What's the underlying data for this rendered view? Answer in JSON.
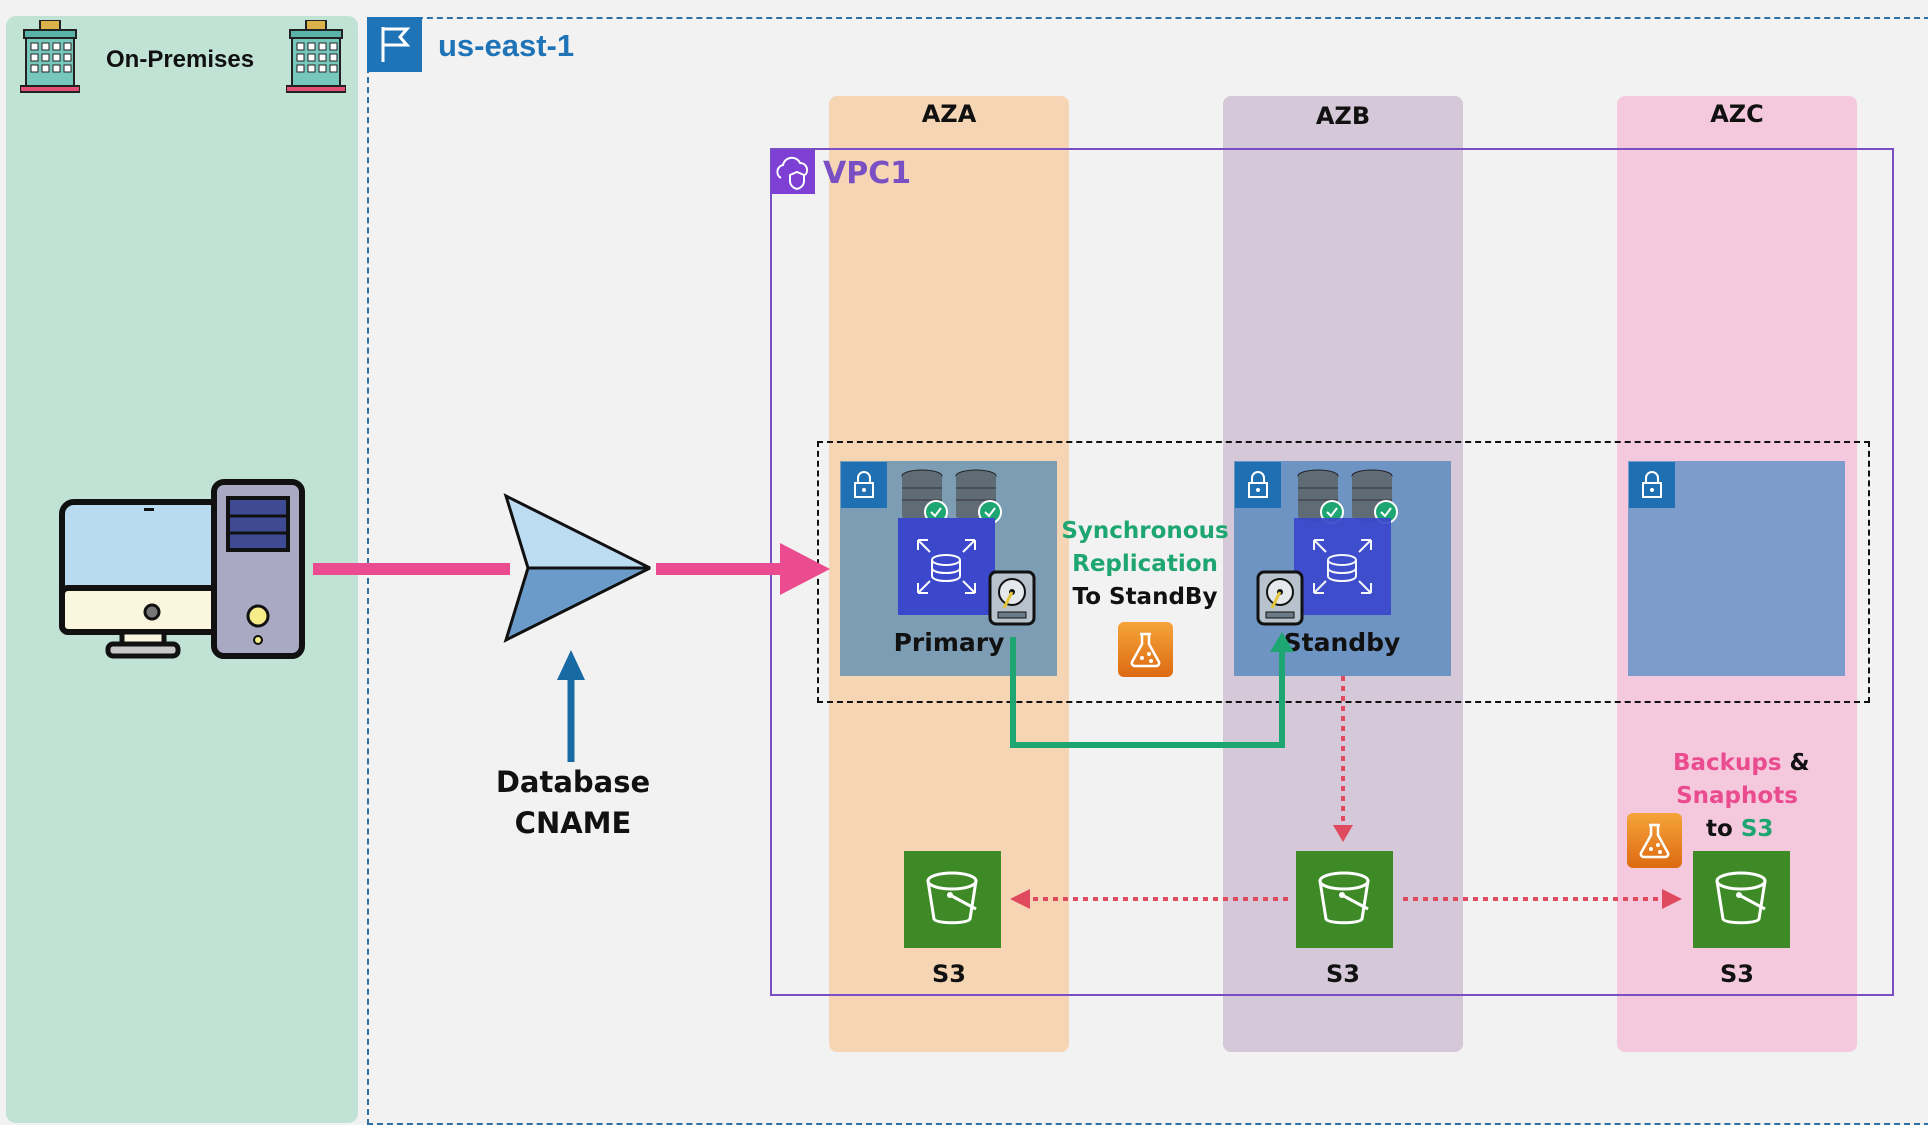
{
  "onprem": {
    "label": "On-Premises"
  },
  "region": {
    "label": "us-east-1"
  },
  "vpc": {
    "label": "VPC1"
  },
  "azs": [
    {
      "label": "AZA",
      "color": "#f6d5b4"
    },
    {
      "label": "AZB",
      "color": "#d5c8d8"
    },
    {
      "label": "AZC",
      "color": "#f4c9dd"
    }
  ],
  "db": {
    "primary_label": "Primary",
    "standby_label": "Standby",
    "replication": {
      "line1": "Synchronous",
      "line2": "Replication",
      "line3": "To StandBy"
    }
  },
  "cname": {
    "line1": "Database",
    "line2": "CNAME"
  },
  "backup": {
    "part1": "Backups",
    "part2": "&",
    "part3": "Snaphots",
    "part4": "to",
    "part5": "S3"
  },
  "s3_labels": [
    "S3",
    "S3",
    "S3"
  ],
  "colors": {
    "pink_arrow": "#ea4c8f",
    "green_line": "#1ea672",
    "red_dotted": "#e04a5f",
    "blue_arrow": "#176aa3",
    "region_text": "#1f73b7",
    "vpc_text": "#7b4fc4"
  },
  "icons": {
    "building": "building-icon",
    "flag": "flag-icon",
    "vpc": "vpc-cloud-icon",
    "lock": "lock-icon",
    "rds": "rds-database-icon",
    "s3": "s3-bucket-icon",
    "fis": "fault-injection-flask-icon",
    "computer": "desktop-computer-icon",
    "loadbalancer": "route-arrowhead-icon"
  }
}
